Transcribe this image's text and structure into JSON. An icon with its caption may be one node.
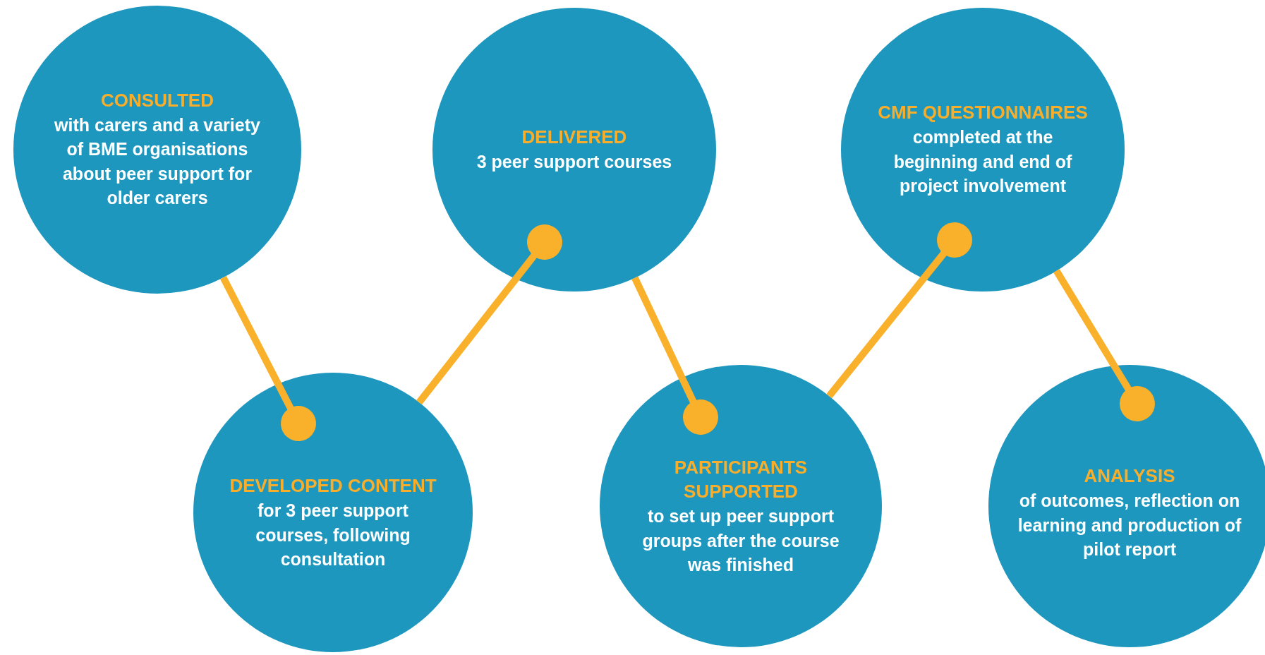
{
  "diagram": {
    "nodes": [
      {
        "text": [
          "CONSULTED",
          "with carers and a variety of BME organisations about peer support for older carers"
        ]
      },
      {
        "text": [
          "DEVELOPED CONTENT",
          "for 3 peer support courses, following consultation"
        ]
      },
      {
        "text": [
          "DELIVERED",
          "3 peer support courses"
        ]
      },
      {
        "text": [
          "PARTICIPANTS SUPPORTED",
          "to set up peer support groups after the course was finished"
        ]
      },
      {
        "text": [
          "CMF QUESTIONNAIRES",
          "completed at the beginning and end of project involvement"
        ]
      },
      {
        "text": [
          "ANALYSIS",
          "of outcomes, reflection on learning and production of pilot report"
        ]
      }
    ],
    "edges": [
      {
        "from": 0,
        "to": 1,
        "arrow": "other"
      },
      {
        "from": 1,
        "to": 2,
        "arrow": "other"
      },
      {
        "from": 2,
        "to": 3,
        "arrow": "other"
      },
      {
        "from": 3,
        "to": 4,
        "arrow": "other"
      },
      {
        "from": 4,
        "to": 5,
        "arrow": "other"
      }
    ]
  }
}
